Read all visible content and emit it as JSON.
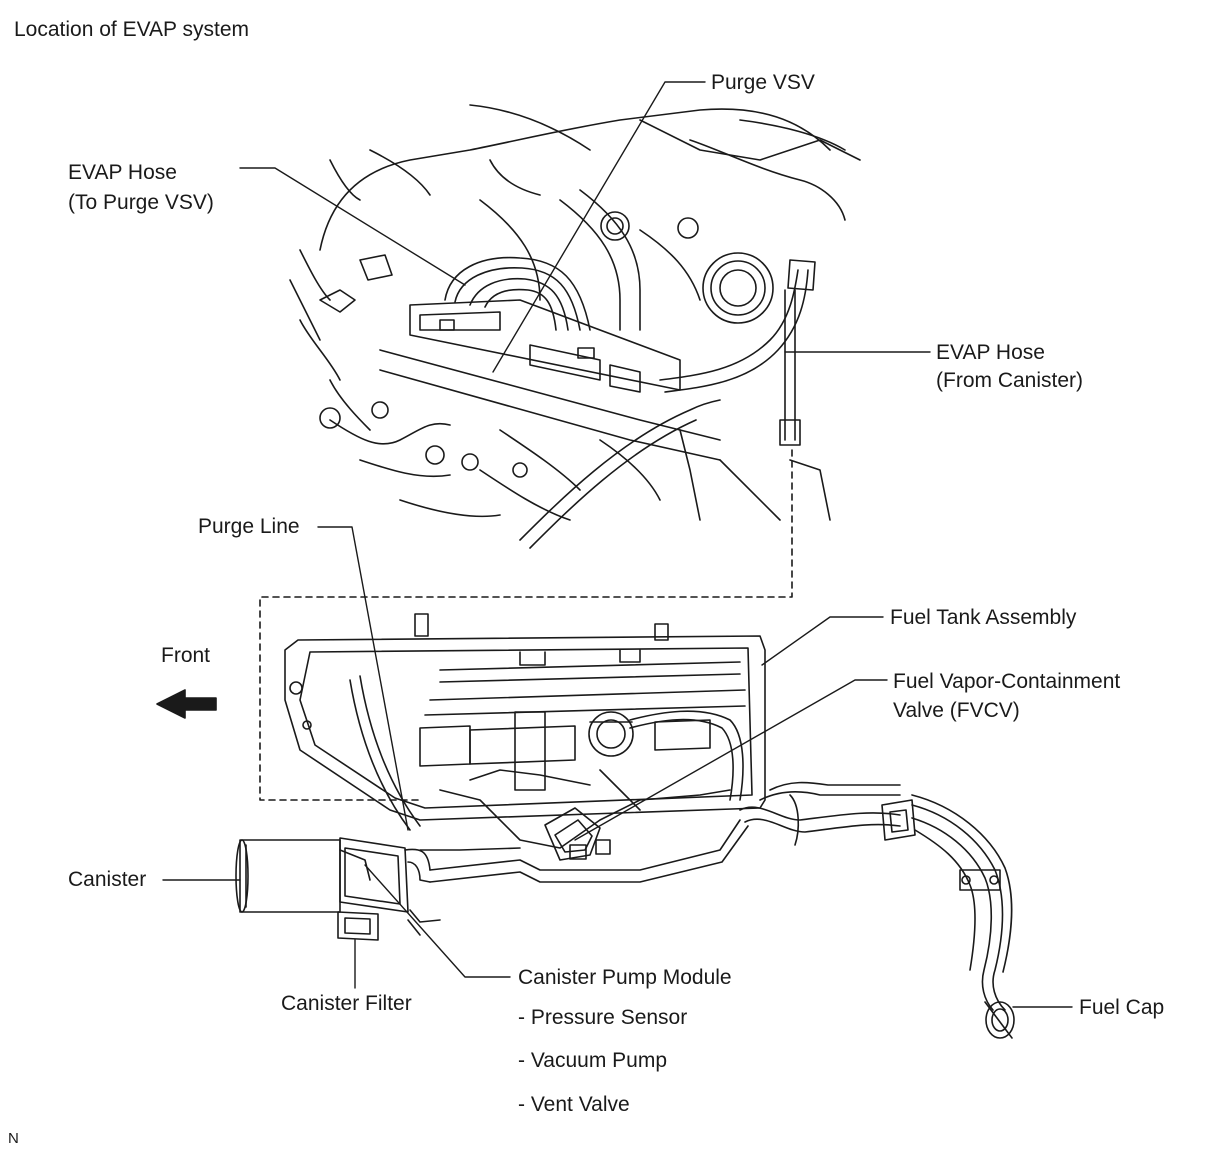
{
  "title": "Location of EVAP system",
  "labels": {
    "purge_vsv": "Purge VSV",
    "evap_hose_to_purge_line1": "EVAP Hose",
    "evap_hose_to_purge_line2": "(To Purge VSV)",
    "evap_hose_from_canister_line1": "EVAP Hose",
    "evap_hose_from_canister_line2": "(From Canister)",
    "purge_line": "Purge Line",
    "fuel_tank_assembly": "Fuel Tank Assembly",
    "front": "Front",
    "fvcv_line1": "Fuel Vapor-Containment",
    "fvcv_line2": "Valve (FVCV)",
    "canister": "Canister",
    "canister_filter": "Canister Filter",
    "canister_pump_module": "Canister Pump Module",
    "pressure_sensor": "- Pressure Sensor",
    "vacuum_pump": "- Vacuum Pump",
    "vent_valve": "- Vent Valve",
    "fuel_cap": "Fuel Cap"
  },
  "figure_code": "N",
  "icons": {
    "front_arrow": "arrow-left-icon"
  },
  "colors": {
    "line": "#1a1a1a",
    "background": "#ffffff"
  }
}
